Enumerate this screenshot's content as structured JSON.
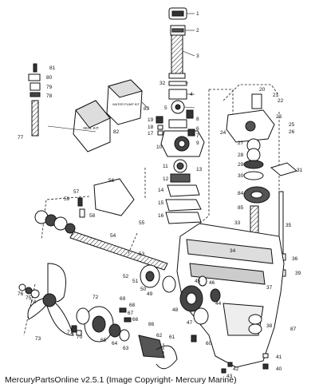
{
  "footer": "MercuryPartsOnline v2.5.1 (Image Copyright- Mercury Marine)",
  "kit_boxes": {
    "box_82": "SEAL KIT",
    "box_83": "WATER PUMP KIT"
  },
  "callouts": [
    "1",
    "2",
    "3",
    "4",
    "5",
    "6",
    "7",
    "8",
    "9",
    "10",
    "11",
    "12",
    "13",
    "14",
    "15",
    "16",
    "17",
    "18",
    "19",
    "20",
    "21",
    "22",
    "23",
    "24",
    "25",
    "26",
    "27",
    "28",
    "29",
    "30",
    "31",
    "32",
    "33",
    "34",
    "35",
    "36",
    "37",
    "38",
    "39",
    "40",
    "41",
    "42",
    "43",
    "44",
    "45",
    "46",
    "47",
    "48",
    "49",
    "50",
    "51",
    "52",
    "53",
    "54",
    "55",
    "56",
    "57",
    "58",
    "59",
    "60",
    "61",
    "62",
    "63",
    "64",
    "65",
    "66",
    "67",
    "68",
    "69",
    "70",
    "71",
    "72",
    "73",
    "74",
    "75",
    "76",
    "77",
    "78",
    "79",
    "80",
    "81",
    "82",
    "83",
    "84",
    "85",
    "86",
    "87"
  ]
}
